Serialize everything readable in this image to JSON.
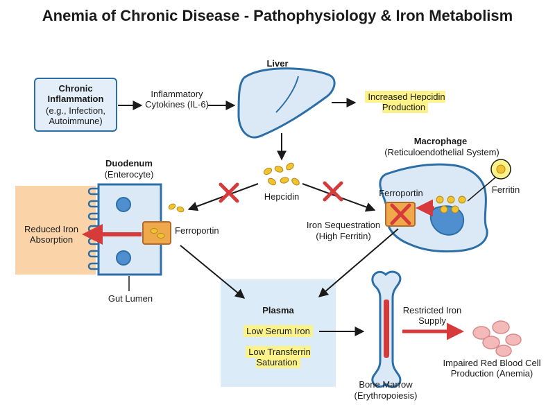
{
  "title": "Anemia of Chronic Disease - Pathophysiology & Iron Metabolism",
  "inflammation": {
    "heading": "Chronic Inflammation",
    "detail": "(e.g., Infection, Autoimmune)"
  },
  "cytokines": "Inflammatory Cytokines (IL-6)",
  "liver": "Liver",
  "hepcidin_production": "Increased Hepcidin Production",
  "hepcidin": "Hepcidin",
  "duodenum": {
    "heading": "Duodenum",
    "detail": "(Enterocyte)",
    "ferroportin": "Ferroportin",
    "gut_lumen": "Gut Lumen",
    "reduced_absorption": "Reduced Iron Absorption"
  },
  "macrophage": {
    "heading": "Macrophage",
    "detail": "(Reticuloendothelial System)",
    "ferroportin": "Ferroportin",
    "ferritin": "Ferritin",
    "sequestration": "Iron Sequestration",
    "high_ferritin": "(High Ferritin)"
  },
  "plasma": {
    "heading": "Plasma",
    "low_serum_iron": "Low Serum Iron",
    "low_transferrin": "Low Transferrin Saturation"
  },
  "bone_marrow": {
    "label": "Bone Marrow",
    "detail": "(Erythropoiesis)"
  },
  "restricted_supply": "Restricted Iron Supply",
  "impaired_production": "Impaired Red Blood Cell Production (Anemia)",
  "colors": {
    "outline": "#2c6ea6",
    "cell_fill": "#dbe9f6",
    "inhibit": "#d63a3a",
    "highlight": "#fbf38a",
    "plasma_fill": "#dcebf8",
    "absorption_fill": "#fbd3a8",
    "iron": "#f1c232"
  }
}
